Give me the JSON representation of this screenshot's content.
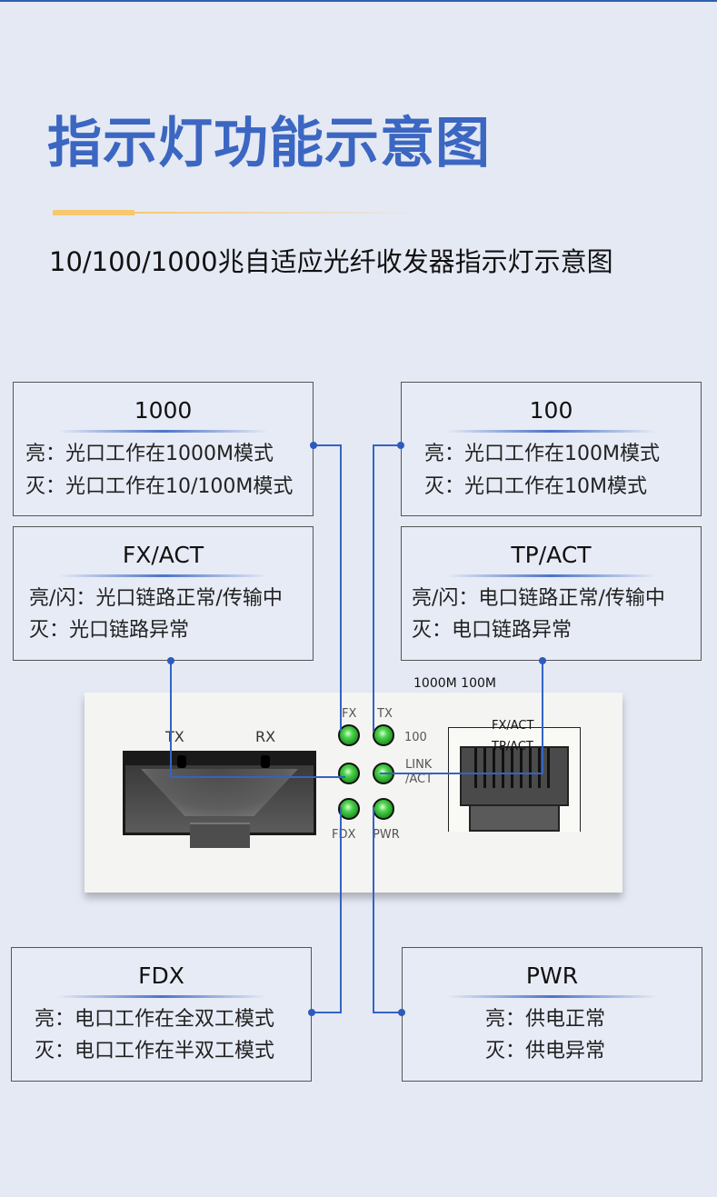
{
  "header": {
    "title": "指示灯功能示意图",
    "subtitle": "10/100/1000兆自适应光纤收发器指示灯示意图"
  },
  "colors": {
    "title": "#3b67c2",
    "accent_line": "#f8c86e",
    "connector": "#3463c4",
    "background": "#e5e9f4",
    "led": "#2ebd2e"
  },
  "boxes": {
    "b1000": {
      "heading": "1000",
      "lines": [
        "亮：光口工作在1000M模式",
        "灭：光口工作在10/100M模式"
      ]
    },
    "b100": {
      "heading": "100",
      "lines": [
        "亮：光口工作在100M模式",
        "灭：光口工作在10M模式"
      ]
    },
    "fxact": {
      "heading": "FX/ACT",
      "lines": [
        "亮/闪：光口链路正常/传输中",
        "灭：光口链路异常"
      ]
    },
    "tpact": {
      "heading": "TP/ACT",
      "lines": [
        "亮/闪：电口链路正常/传输中",
        "灭：电口链路异常"
      ]
    },
    "fdx": {
      "heading": "FDX",
      "lines": [
        "亮：电口工作在全双工模式",
        "灭：电口工作在半双工模式"
      ]
    },
    "pwr": {
      "heading": "PWR",
      "lines": [
        "亮：供电正常",
        "灭：供电异常"
      ]
    }
  },
  "device": {
    "speed_label": "1000M 100M",
    "sfp_tx": "TX",
    "sfp_rx": "RX",
    "led_fx": "FX",
    "led_tx": "TX",
    "led_100": "100",
    "led_link": "LINK",
    "led_act": "/ACT",
    "led_fdx": "FDX",
    "led_pwr": "PWR",
    "rj45_fxact": "FX/ACT",
    "rj45_tpact": "TP/ACT"
  }
}
